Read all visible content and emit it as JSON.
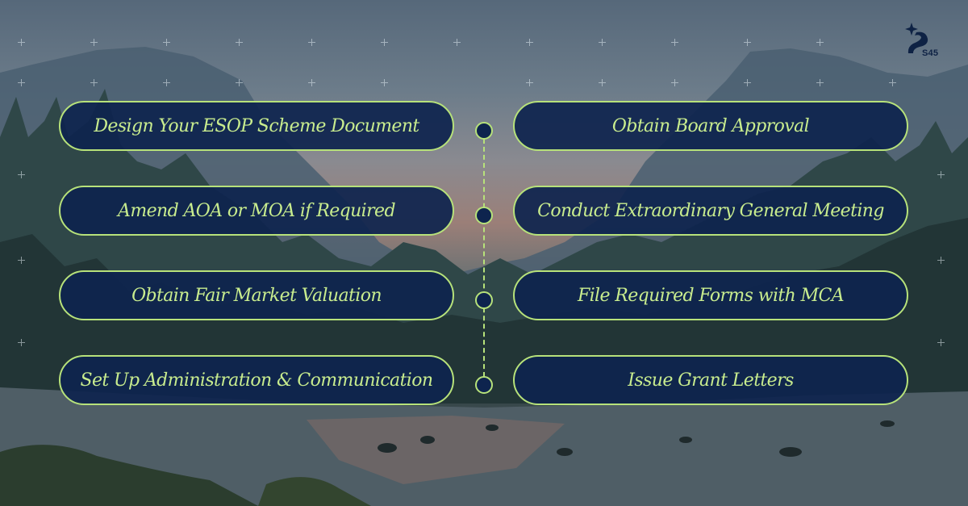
{
  "brand": {
    "logo_icon": "s45-logo-icon",
    "logo_text": "S45"
  },
  "steps": {
    "left": [
      "Design Your ESOP Scheme Document",
      "Amend AOA or MOA if Required",
      "Obtain Fair Market Valuation",
      "Set Up Administration & Communication"
    ],
    "right": [
      "Obtain Board Approval",
      "Conduct Extraordinary General Meeting",
      "File Required Forms with MCA",
      "Issue Grant Letters"
    ]
  },
  "colors": {
    "pill_fill": "#0e244e",
    "accent": "#b7e27a",
    "text": "#c8ec8e"
  }
}
